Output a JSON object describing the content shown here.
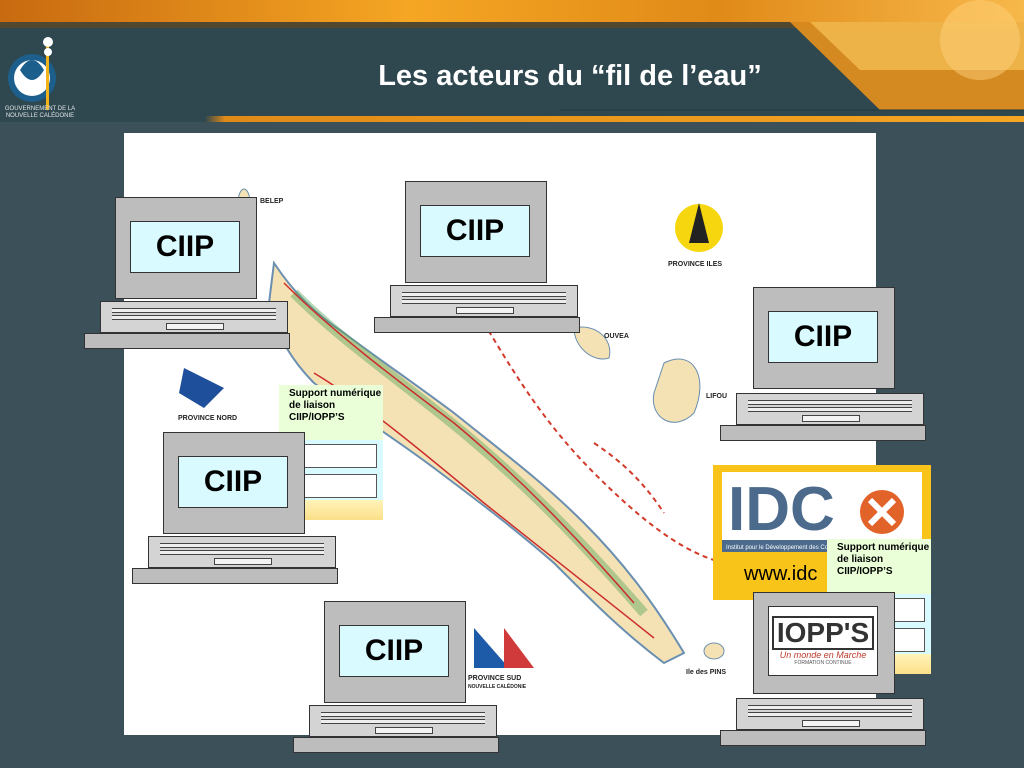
{
  "slide": {
    "title": "Les acteurs du “fil de l’eau”"
  },
  "logo": {
    "caption_line1": "GOUVERNEMENT DE LA",
    "caption_line2": "NOUVELLE CALÉDONIE"
  },
  "map": {
    "places": {
      "belep": "BELEP",
      "ouvea": "OUVEA",
      "lifou": "LIFOU",
      "ile_des_pins": "Ile des PINS"
    },
    "provinces": {
      "iles": "PROVINCE ILES",
      "nord": "PROVINCE NORD",
      "sud": "PROVINCE SUD",
      "sud_sub": "NOUVELLE CALÉDONIE"
    }
  },
  "laptops": [
    {
      "label": "CIIP"
    },
    {
      "label": "CIIP"
    },
    {
      "label": "CIIP"
    },
    {
      "label": "CIIP"
    },
    {
      "label": "CIIP"
    }
  ],
  "support_cards": [
    {
      "text": "Support numérique de liaison CIIP/IOPP’S"
    },
    {
      "text": "Support numérique de liaison CIIP/IOPP’S"
    }
  ],
  "idc": {
    "logo_text": "IDC",
    "tagline": "Institut pour le Développement des Compétences",
    "url": "www.idc"
  },
  "iopps": {
    "logo_text": "IOPP'S",
    "tagline": "Un monde en Marche",
    "subtitle": "FORMATION CONTINUE"
  },
  "colors": {
    "background": "#3b5058",
    "accent": "#f5a623",
    "screen": "#d9fbff"
  }
}
